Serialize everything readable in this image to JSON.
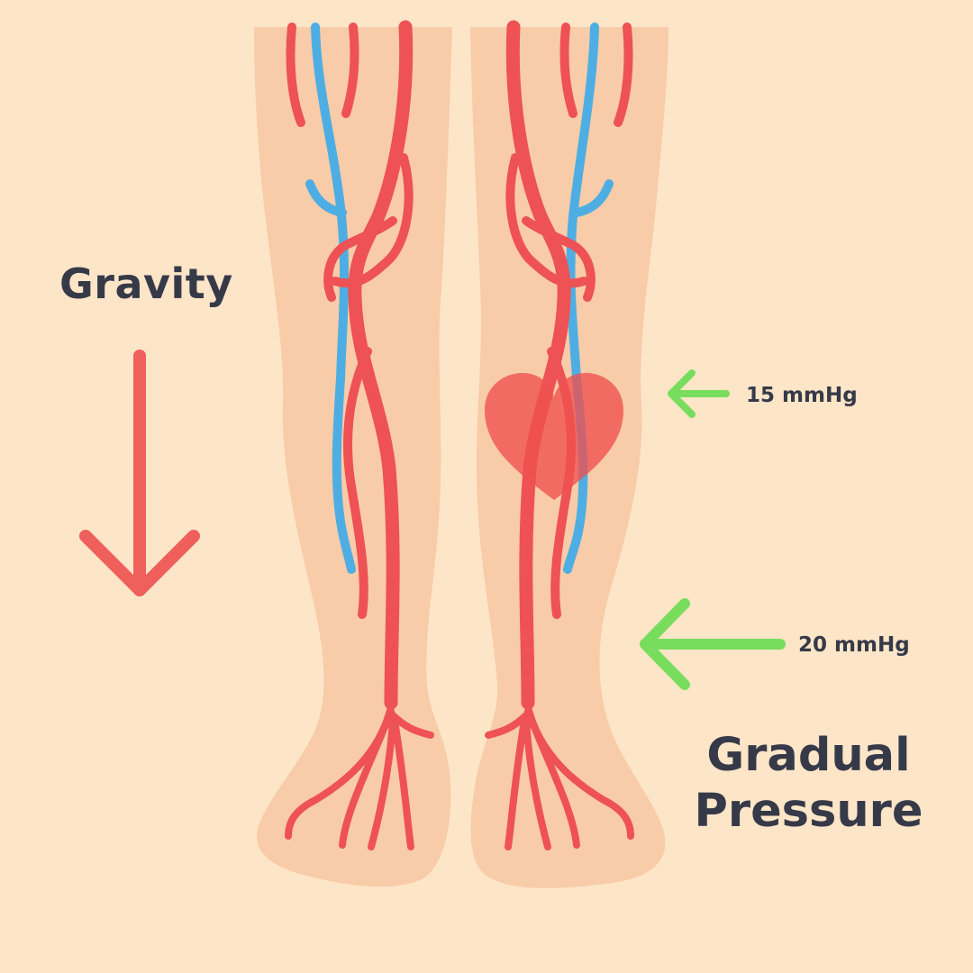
{
  "labels": {
    "gravity": "Gravity",
    "pressure_upper": "15 mmHg",
    "pressure_lower": "20 mmHg",
    "gradual_pressure_line1": "Gradual",
    "gradual_pressure_line2": "Pressure"
  },
  "colors": {
    "background": "#fde5c8",
    "skin": "#f8cca8",
    "artery": "#ee5254",
    "vein": "#4eaee4",
    "gravity_arrow": "#ef5f5c",
    "pressure_arrow": "#78dd5c",
    "heart": "#ef4f4f",
    "text": "#363a48"
  },
  "icons": {
    "gravity_arrow": "arrow-down-icon",
    "pressure_arrows": "arrow-left-icon",
    "heart": "heart-icon"
  }
}
